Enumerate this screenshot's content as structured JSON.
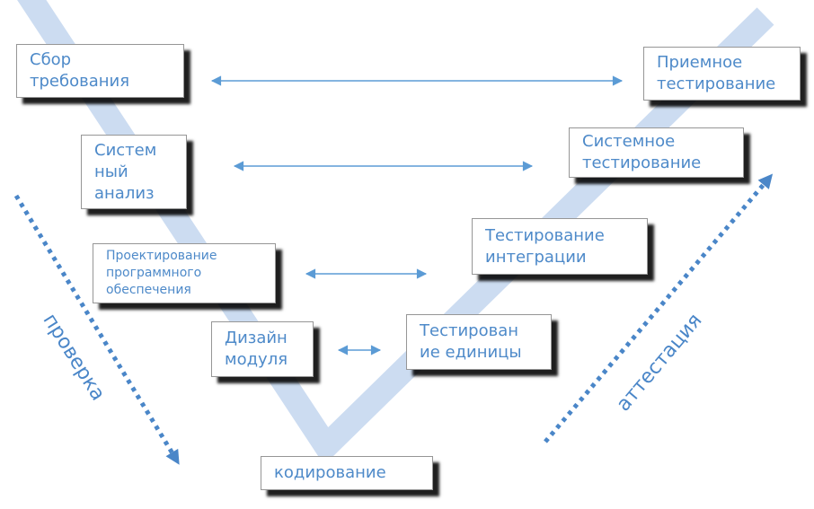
{
  "boxes": [
    {
      "id": "requirements-gathering",
      "label": "Сбор\nтребования"
    },
    {
      "id": "acceptance-testing",
      "label": "Приемное\nтестирование"
    },
    {
      "id": "system-analysis",
      "label": "Систем\nный\nанализ"
    },
    {
      "id": "system-testing",
      "label": "Системное\nтестирование"
    },
    {
      "id": "software-design",
      "label": "Проектирование\nпрограммного\nобеспечения"
    },
    {
      "id": "integration-testing",
      "label": "Тестирование\nинтеграции"
    },
    {
      "id": "module-design",
      "label": "Дизайн\nмодуля"
    },
    {
      "id": "unit-testing",
      "label": "Тестирован\nие единицы"
    },
    {
      "id": "coding",
      "label": "кодирование"
    }
  ],
  "diagonals": {
    "left": "проверка",
    "right": "аттестация"
  },
  "colors": {
    "box_text": "#4e8ac9",
    "arrow": "#5b9bd5",
    "dotted": "#4a86c8",
    "v_band": "#ccdcf1",
    "box_border": "#969696"
  }
}
